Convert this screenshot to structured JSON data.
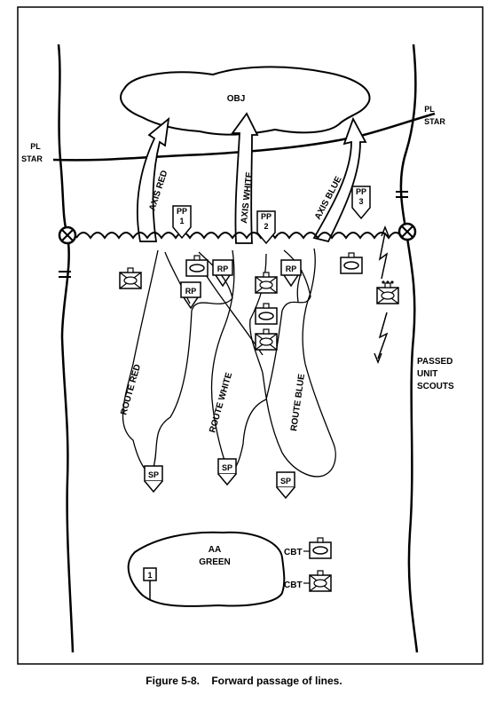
{
  "labels": {
    "objective": "OBJ",
    "phase_line_left": [
      "PL",
      "STAR"
    ],
    "phase_line_right": [
      "PL",
      "STAR"
    ],
    "axis_red": "AXIS RED",
    "axis_white": "AXIS WHITE",
    "axis_blue": "AXIS BLUE",
    "pp1": [
      "PP",
      "1"
    ],
    "pp2": [
      "PP",
      "2"
    ],
    "pp3": [
      "PP",
      "3"
    ],
    "release_point": "RP",
    "start_point": "SP",
    "route_red": "ROUTE RED",
    "route_white": "ROUTE WHITE",
    "route_blue": "ROUTE BLUE",
    "passed_unit_scouts": [
      "PASSED",
      "UNIT",
      "SCOUTS"
    ],
    "assembly_area": [
      "AA",
      "GREEN"
    ],
    "cbt": "CBT",
    "unit_1": "1"
  },
  "caption": "Figure 5-8.    Forward passage of lines."
}
